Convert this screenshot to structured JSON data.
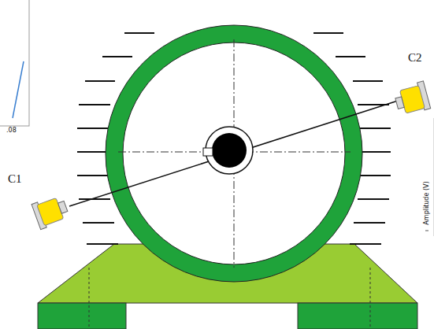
{
  "diagram": {
    "labels": [
      "C1",
      "C2",
      ".08",
      "Amplitude (V)"
    ]
  }
}
